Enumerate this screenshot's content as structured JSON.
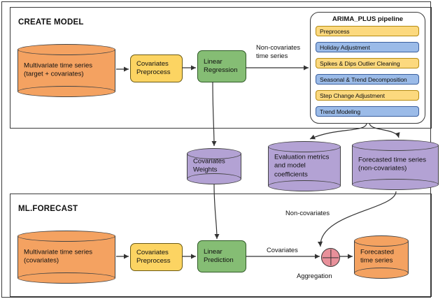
{
  "diagram": {
    "title": "BigQuery ML multivariate time series: CREATE MODEL and ML.FORECAST flow",
    "sections": [
      {
        "id": "create-model",
        "title": "CREATE MODEL"
      },
      {
        "id": "ml-forecast",
        "title": "ML.FORECAST"
      }
    ],
    "create_model": {
      "input_store": {
        "line1": "Multivariate time series",
        "line2": "(target + covariates)"
      },
      "preprocess_box": {
        "line1": "Covariates",
        "line2": "Preprocess"
      },
      "model_box": {
        "line1": "Linear",
        "line2": "Regression"
      },
      "edge_label_non_covariates": "Non-covariates\ntime series"
    },
    "arima_pipeline": {
      "title": "ARIMA_PLUS pipeline",
      "steps": [
        {
          "label": "Preprocess",
          "color": "yellow"
        },
        {
          "label": "Holiday Adjustment",
          "color": "blue"
        },
        {
          "label": "Spikes & Dips Outlier Cleaning",
          "color": "yellow"
        },
        {
          "label": "Seasonal & Trend Decomposition",
          "color": "blue"
        },
        {
          "label": "Step Change Adjustment",
          "color": "yellow"
        },
        {
          "label": "Trend Modeling",
          "color": "blue"
        }
      ]
    },
    "artifacts": [
      {
        "id": "covariates-weights",
        "line1": "Covariates",
        "line2": "Weights",
        "line3": ""
      },
      {
        "id": "evaluation-metrics",
        "line1": "Evaluation metrics",
        "line2": "and model",
        "line3": "coefficients"
      },
      {
        "id": "forecasted-non-covariates",
        "line1": "Forecasted time series",
        "line2": "(non-covariates)",
        "line3": ""
      }
    ],
    "ml_forecast": {
      "input_store": {
        "line1": "Multivariate time series",
        "line2": "(covariates)"
      },
      "preprocess_box": {
        "line1": "Covariates",
        "line2": "Preprocess"
      },
      "model_box": {
        "line1": "Linear",
        "line2": "Prediction"
      },
      "edge_label_covariates": "Covariates",
      "edge_label_non_covariates": "Non-covariates",
      "aggregation_label": "Aggregation",
      "aggregation_icon": "plus-circle-icon",
      "output_store": {
        "line1": "Forecasted",
        "line2": "time series"
      }
    },
    "colors": {
      "datastore_orange": "#f4a261",
      "datastore_purple": "#b3a2d4",
      "process_yellow": "#fcd462",
      "process_green": "#85bd74",
      "pipeline_yellow": "#fcd97e",
      "pipeline_blue": "#9bbbe8",
      "aggregation_pink": "#e8909a",
      "stroke": "#3a3a3a"
    }
  }
}
